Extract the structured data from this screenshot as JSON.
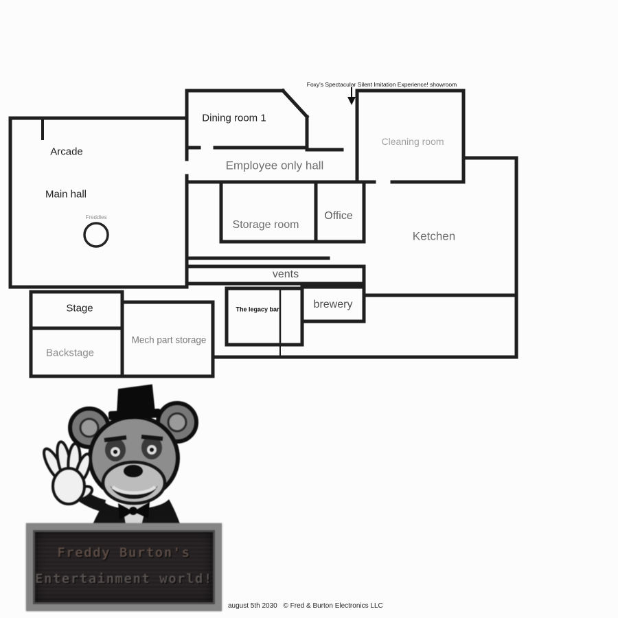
{
  "map": {
    "annotation_showroom": "Foxy's Spectacular Silent Imitation Experience! showroom",
    "rooms": {
      "dining_room_1": "Dining room 1",
      "arcade": "Arcade",
      "main_hall": "Main hall",
      "employee_only_hall": "Employee only hall",
      "cleaning_room": "Cleaning room",
      "storage_room": "Storage room",
      "office": "Office",
      "ketchen": "Ketchen",
      "vents": "vents",
      "stage": "Stage",
      "backstage": "Backstage",
      "mech_part_storage": "Mech part storage",
      "the_legacy_bar": "The legacy bar",
      "brewery": "brewery",
      "freddies": "Freddies"
    }
  },
  "sign": {
    "line1": "Freddy Burton's",
    "line2": "Entertainment world!"
  },
  "footer": {
    "date": "august 5th 2030",
    "copyright": "© Fred & Burton Electronics LLC"
  },
  "colors": {
    "wall": "#1f1f1f",
    "label_gray": "#6f6f6f",
    "sign_background": "#2a2627",
    "sign_border": "#858585"
  }
}
